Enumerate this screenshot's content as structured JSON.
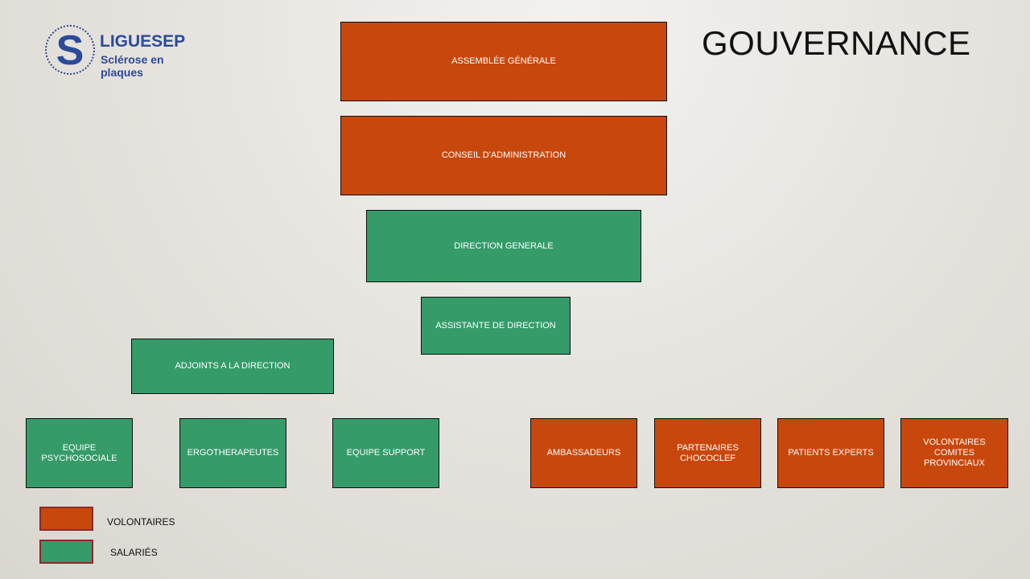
{
  "logo": {
    "mark": "S",
    "name": "LIGUESEP",
    "subtitle": "Sclérose en plaques"
  },
  "title": "GOUVERNANCE",
  "colors": {
    "volontaires": "#c8470c",
    "salaries": "#359b69"
  },
  "org": {
    "assemblee": "ASSEMBLÉE GÉNÉRALE",
    "conseil": "CONSEIL D'ADMINISTRATION",
    "direction": "DIRECTION GENERALE",
    "assistante": "ASSISTANTE DE DIRECTION",
    "adjoints": "ADJOINTS A LA DIRECTION",
    "psychosociale": "EQUIPE PSYCHOSOCIALE",
    "ergo": "ERGOTHERAPEUTES",
    "support": "EQUIPE SUPPORT",
    "ambassadeurs": "AMBASSADEURS",
    "partenaires": "PARTENAIRES CHOCOCLEF",
    "patients": "PATIENTS EXPERTS",
    "comites": "VOLONTAIRES COMITES PROVINCIAUX"
  },
  "legend": {
    "volontaires": "VOLONTAIRES",
    "salaries": "SALARIÉS"
  }
}
